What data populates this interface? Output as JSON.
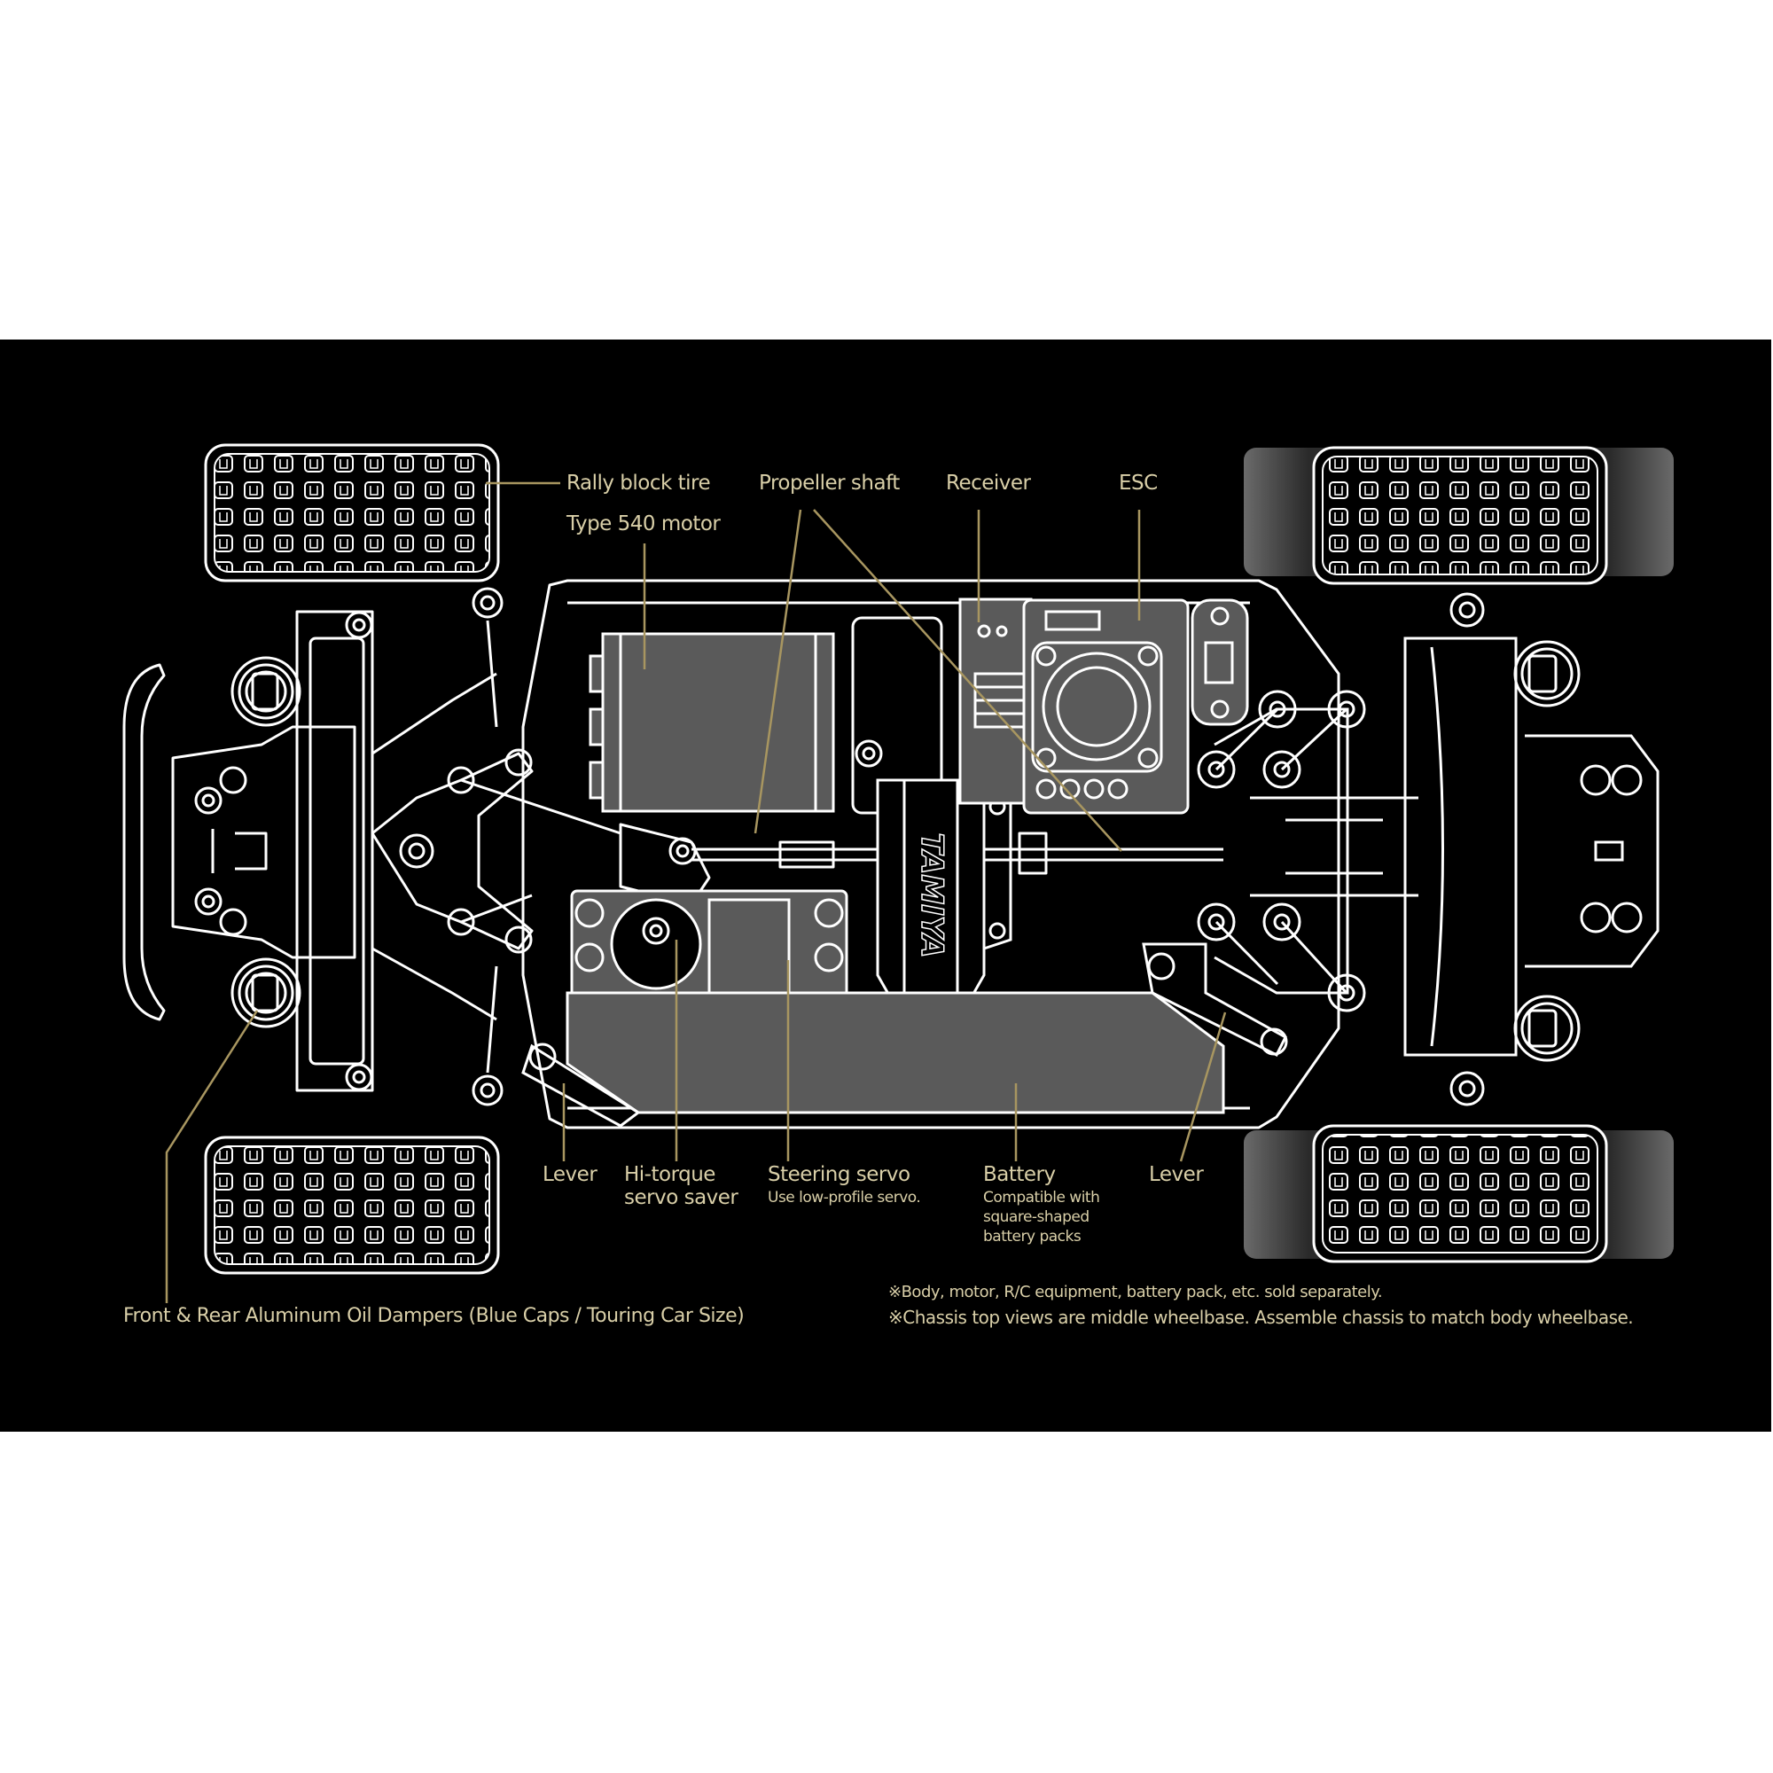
{
  "diagram": {
    "subject": "R/C touring chassis top view",
    "background_color": "#000000",
    "page_color": "#ffffff",
    "line_color": "#ffffff",
    "callout_color": "#a89660",
    "label_color": "#d9cfa8",
    "fill_gray": "#5a5a5a",
    "brand_mark": "TAMIYA"
  },
  "labels": {
    "rally_block_tire": "Rally block tire",
    "type_540_motor": "Type 540 motor",
    "propeller_shaft": "Propeller shaft",
    "receiver": "Receiver",
    "esc": "ESC",
    "lever_front": "Lever",
    "servo_saver_line1": "Hi-torque",
    "servo_saver_line2": "servo saver",
    "steering_servo": "Steering servo",
    "steering_servo_note": "Use low-profile servo.",
    "battery": "Battery",
    "battery_note_line1": "Compatible with",
    "battery_note_line2": "square-shaped",
    "battery_note_line3": "battery packs",
    "lever_rear": "Lever",
    "dampers": "Front & Rear Aluminum Oil Dampers (Blue Caps / Touring Car Size)"
  },
  "notes": [
    "※Body, motor, R/C equipment, battery pack, etc. sold separately.",
    "※Chassis top views are middle wheelbase. Assemble chassis to match body wheelbase."
  ]
}
